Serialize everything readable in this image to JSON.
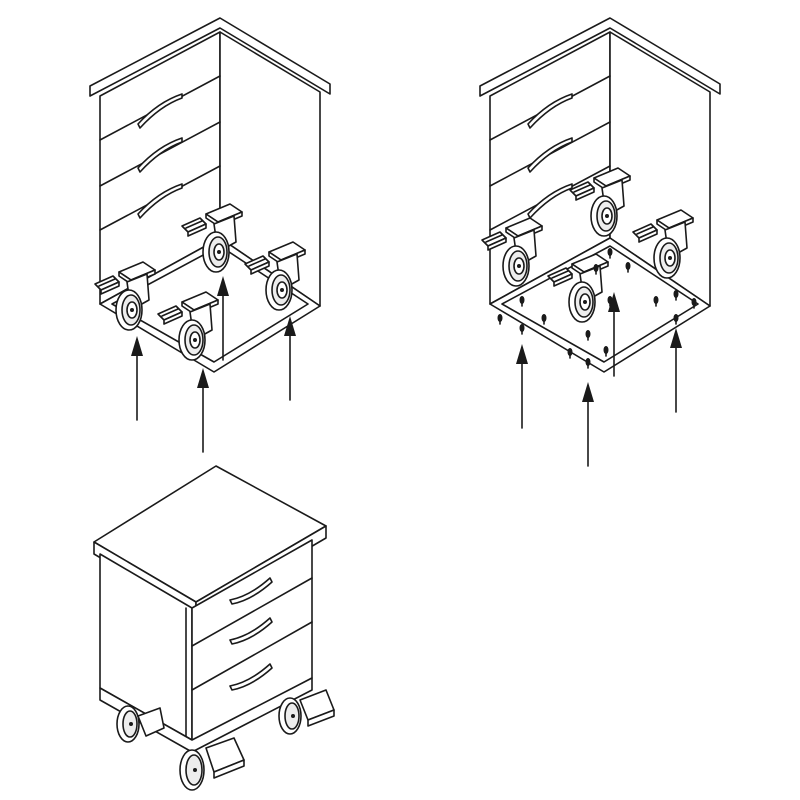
{
  "figure": {
    "description_text": "",
    "panels": [
      {
        "id": "step-1",
        "casters": 4,
        "arrows": 4,
        "screws": 0
      },
      {
        "id": "step-2",
        "casters": 4,
        "arrows": 4,
        "screws": 16
      },
      {
        "id": "result",
        "casters": 4,
        "arrows": 0,
        "screws": 0
      }
    ],
    "colors": {
      "line": "#1a1a1a",
      "fill": "#ffffff",
      "shade": "#ededed"
    }
  }
}
